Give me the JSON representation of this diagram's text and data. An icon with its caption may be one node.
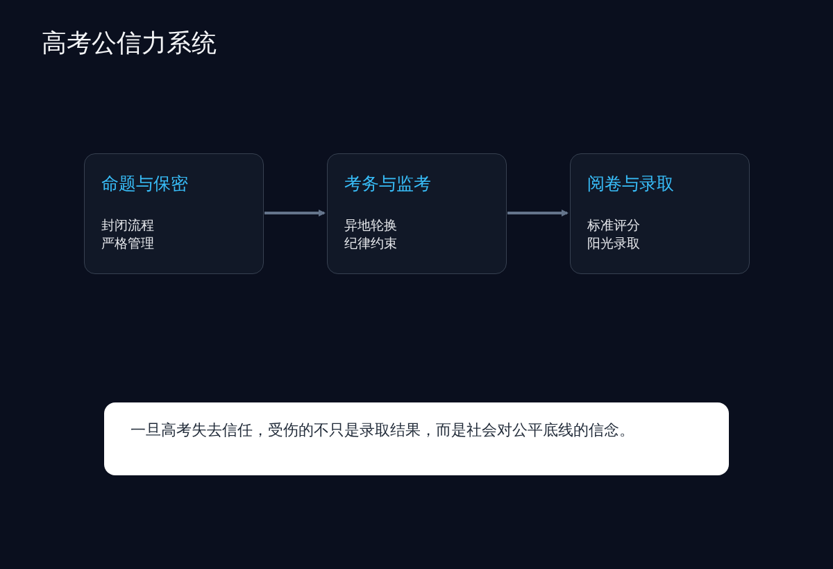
{
  "diagram": {
    "title": "高考公信力系统",
    "nodes": [
      {
        "text": [
          "命题与保密",
          "封闭流程",
          "严格管理"
        ]
      },
      {
        "text": [
          "考务与监考",
          "异地轮换",
          "纪律约束"
        ]
      },
      {
        "text": [
          "阅卷与录取",
          "标准评分",
          "阳光录取"
        ]
      },
      {
        "text": [
          "一旦高考失去信任，受伤的不只是录取结果，而是社会对公平底线的信念。"
        ]
      }
    ],
    "edges": [
      {
        "from": 0,
        "to": 1,
        "arrow": "to"
      },
      {
        "from": 1,
        "to": 2,
        "arrow": "to"
      }
    ]
  }
}
